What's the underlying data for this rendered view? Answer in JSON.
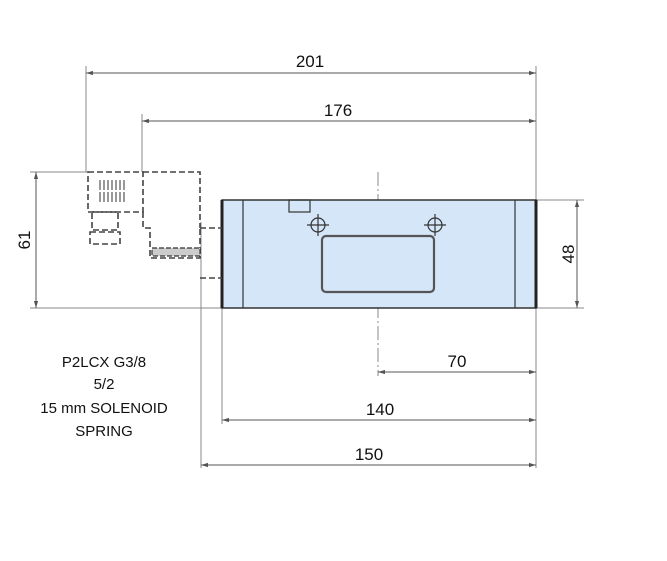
{
  "dimensions": {
    "overall_length": "201",
    "length_to_coil": "176",
    "height_with_solenoid": "61",
    "body_height": "48",
    "center_offset": "70",
    "body_length": "140",
    "length_with_cap": "150"
  },
  "label": {
    "model": "P2LCX G3/8",
    "function": "5/2",
    "actuation": "15 mm SOLENOID",
    "return": "SPRING"
  },
  "colors": {
    "body_fill": "#d4e6f7",
    "line": "#333333"
  }
}
